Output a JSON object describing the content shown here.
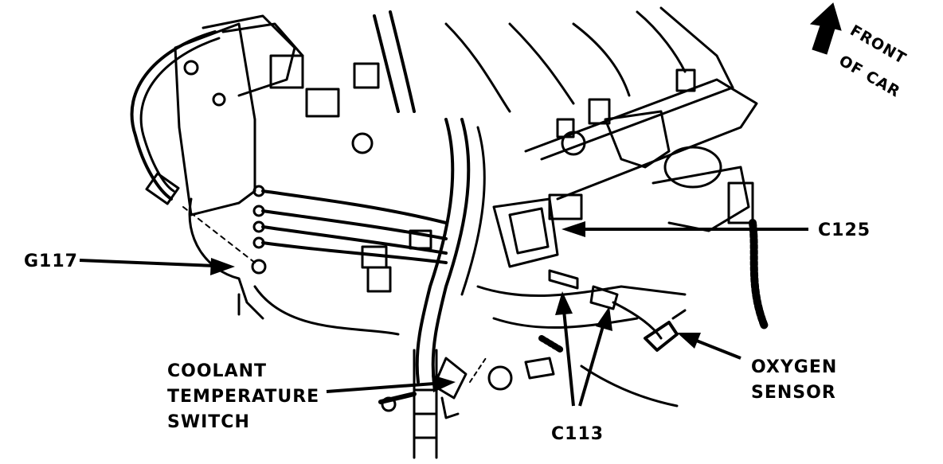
{
  "labels": {
    "front_of_car_line1": "FRONT",
    "front_of_car_line2": "OF CAR",
    "c125": "C125",
    "g117": "G117",
    "coolant_line1": "COOLANT",
    "coolant_line2": "TEMPERATURE",
    "coolant_line3": "SWITCH",
    "oxygen_line1": "OXYGEN",
    "oxygen_line2": "SENSOR",
    "c113": "C113"
  },
  "colors": {
    "ink": "#000000",
    "paper": "#ffffff"
  }
}
